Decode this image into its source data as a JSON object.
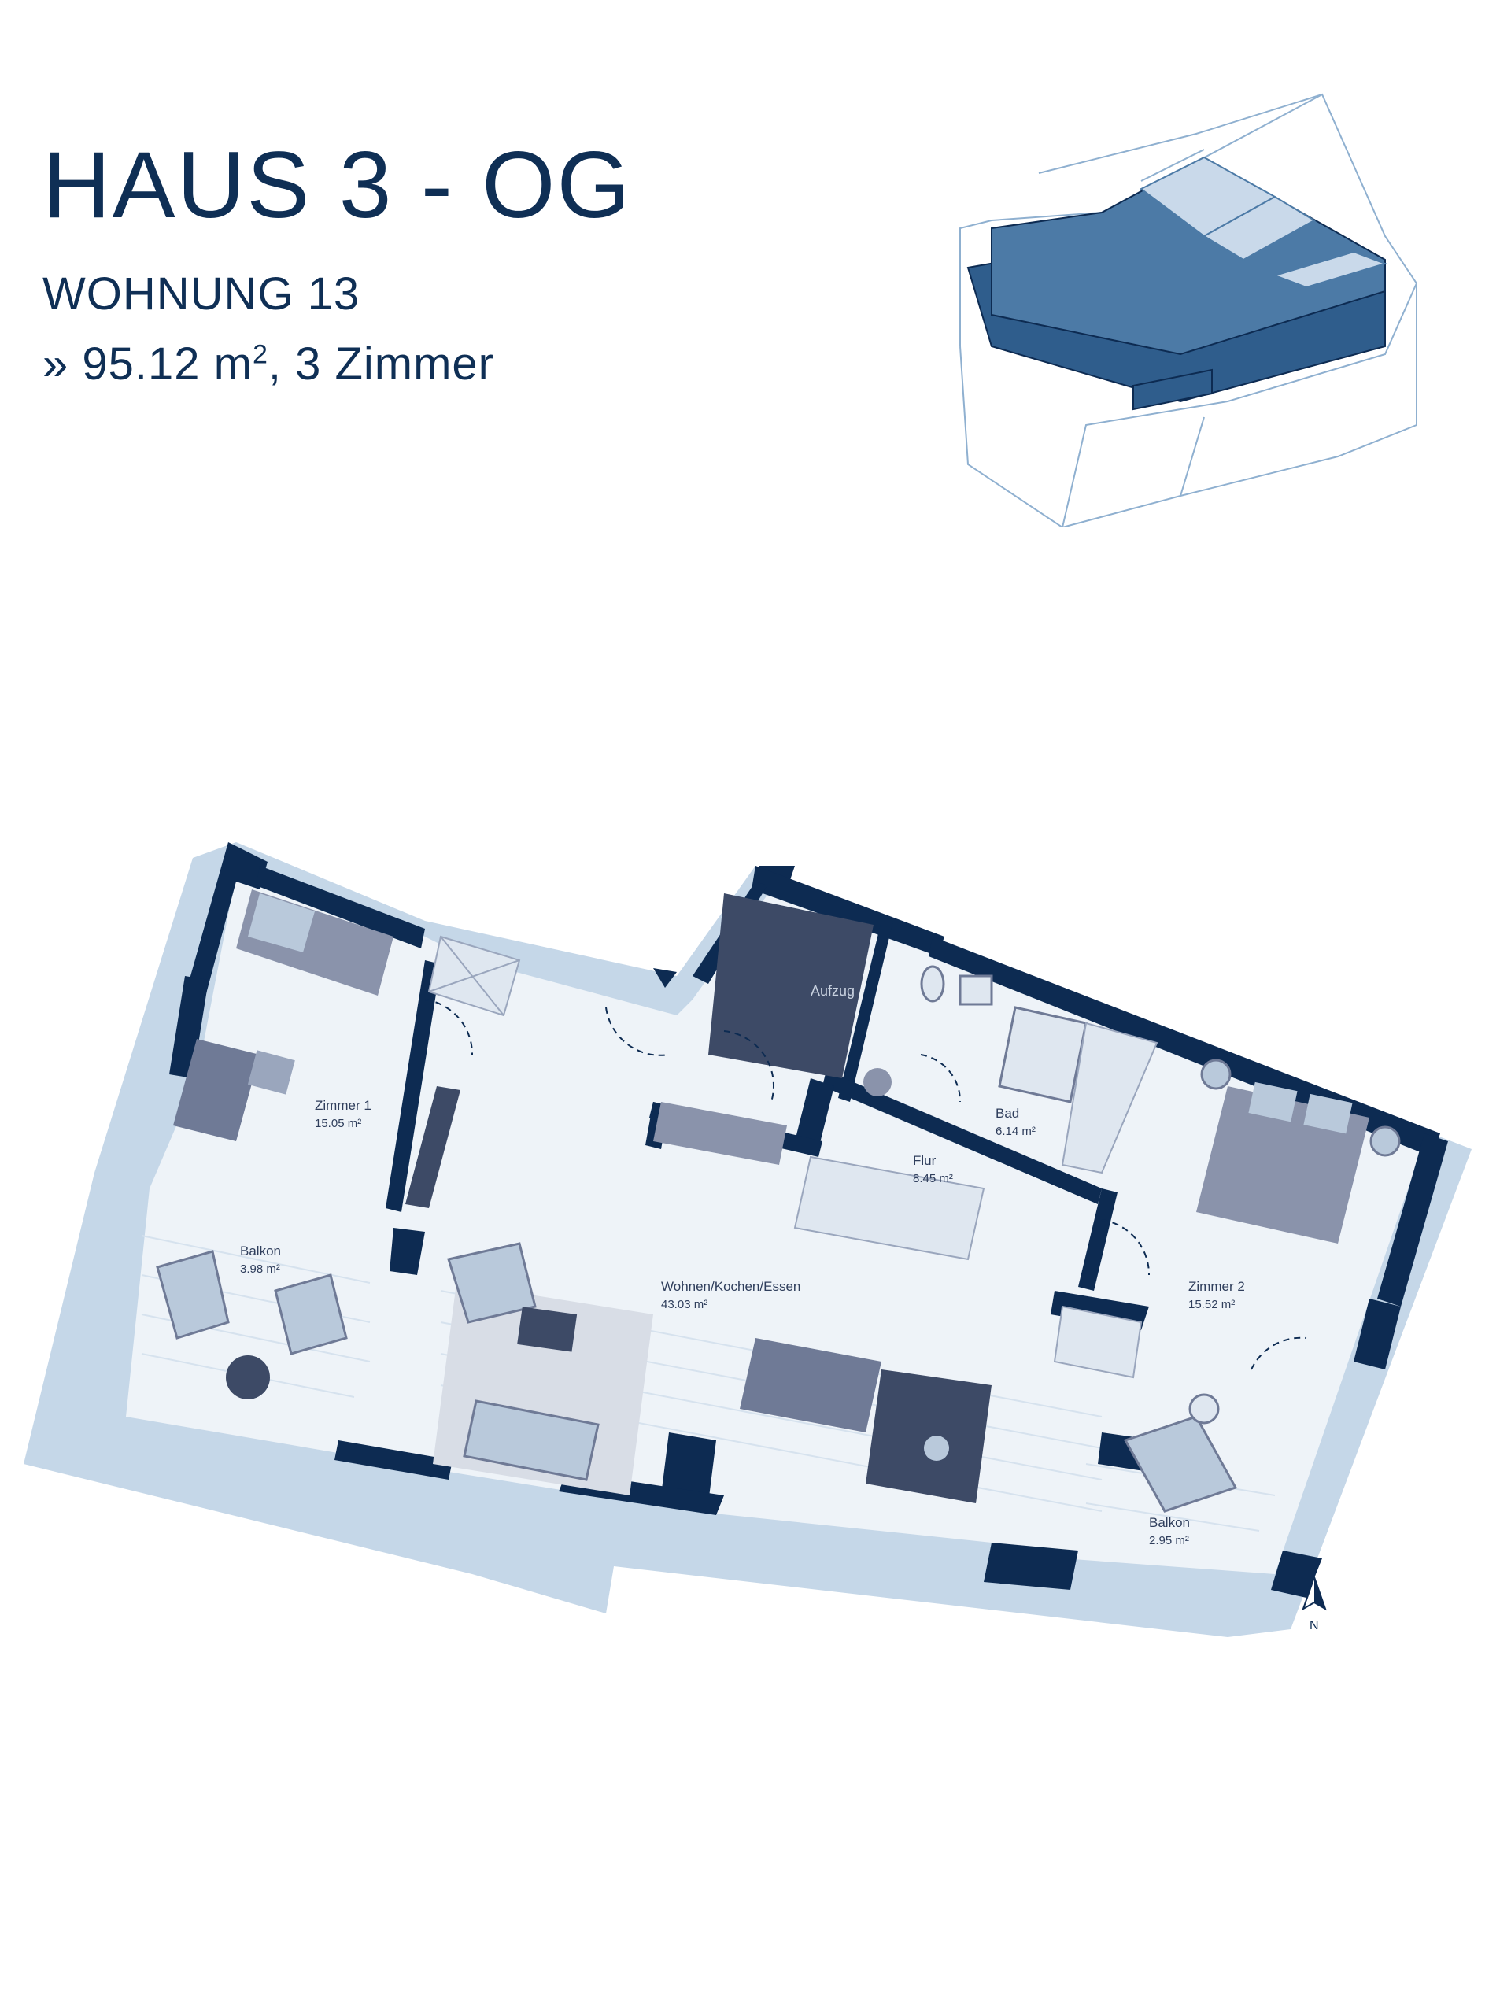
{
  "header": {
    "title": "HAUS 3 - OG",
    "subtitle": "WOHNUNG 13",
    "area_prefix": "» 95.12 m",
    "area_sup": "2",
    "area_suffix": ", 3 Zimmer"
  },
  "rooms": {
    "zimmer1": {
      "name": "Zimmer 1",
      "area": "15.05 m²"
    },
    "balkon1": {
      "name": "Balkon",
      "area": "3.98 m²"
    },
    "wohnen": {
      "name": "Wohnen/Kochen/Essen",
      "area": "43.03 m²"
    },
    "aufzug": {
      "name": "Aufzug"
    },
    "bad": {
      "name": "Bad",
      "area": "6.14 m²"
    },
    "flur": {
      "name": "Flur",
      "area": "8.45 m²"
    },
    "zimmer2": {
      "name": "Zimmer 2",
      "area": "15.52 m²"
    },
    "balkon2": {
      "name": "Balkon",
      "area": "2.95 m²"
    }
  },
  "north_label": "N",
  "colors": {
    "text": "#0f2f55",
    "wall": "#0d2b52",
    "terrace": "#c5d7e8",
    "floor": "#eef3f8",
    "furniture": "#6f7a96",
    "furniture_light": "#b9c9db",
    "iso_dark": "#2f5d8c",
    "iso_mid": "#4c7aa6",
    "iso_light": "#c9d9ea"
  }
}
